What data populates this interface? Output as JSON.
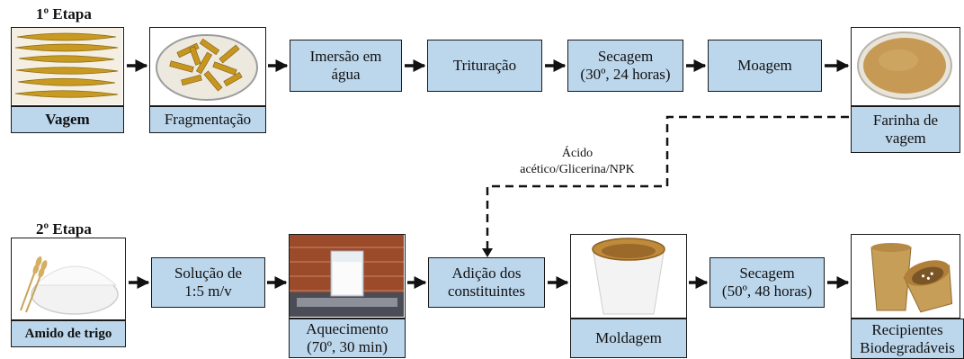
{
  "stage1": {
    "title": "1º Etapa",
    "steps": {
      "vagem": "Vagem",
      "fragmentacao": "Fragmentação",
      "imersao": "Imersão em\nágua",
      "trituracao": "Trituração",
      "secagem": "Secagem\n(30º, 24 horas)",
      "moagem": "Moagem",
      "farinha": "Farinha de\nvagem"
    }
  },
  "stage2": {
    "title": "2º Etapa",
    "steps": {
      "amido": "Amido de trigo",
      "solucao": "Solução de\n1:5 m/v",
      "aquecimento": "Aquecimento\n(70º, 30 min)",
      "adicao": "Adição dos\nconstituintes",
      "moldagem": "Moldagem",
      "secagem": "Secagem\n(50º, 48 horas)",
      "recipientes": "Recipientes\nBiodegradáveis"
    }
  },
  "additive_note": "Ácido\nacético/Glicerina/NPK",
  "colors": {
    "box_fill": "#bcd6ec",
    "border": "#1a1a1a",
    "pod": "#c8a020",
    "flour": "#c79a52"
  }
}
